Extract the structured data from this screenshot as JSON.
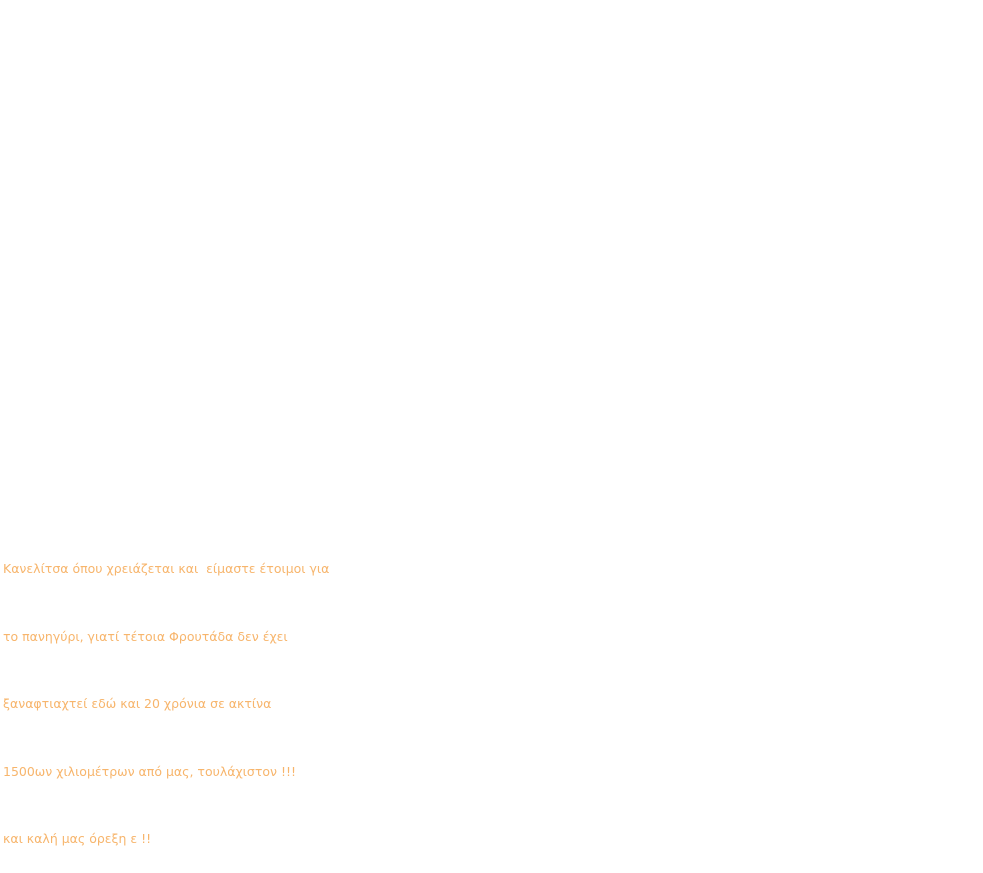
{
  "post": {
    "lines": [
      "Κανελίτσα όπου χρειάζεται και  είμαστε έτοιμοι για",
      "το πανηγύρι, γιατί τέτοια Φρουτάδα δεν έχει",
      "ξαναφτιαχτεί εδώ και 20 χρόνια σε ακτίνα",
      "1500ων χιλιομέτρων από μας, τουλάχιστον !!!",
      "και καλή μας όρεξη ε !!"
    ]
  },
  "colors": {
    "text": "#f7b56c",
    "background": "#ffffff"
  }
}
